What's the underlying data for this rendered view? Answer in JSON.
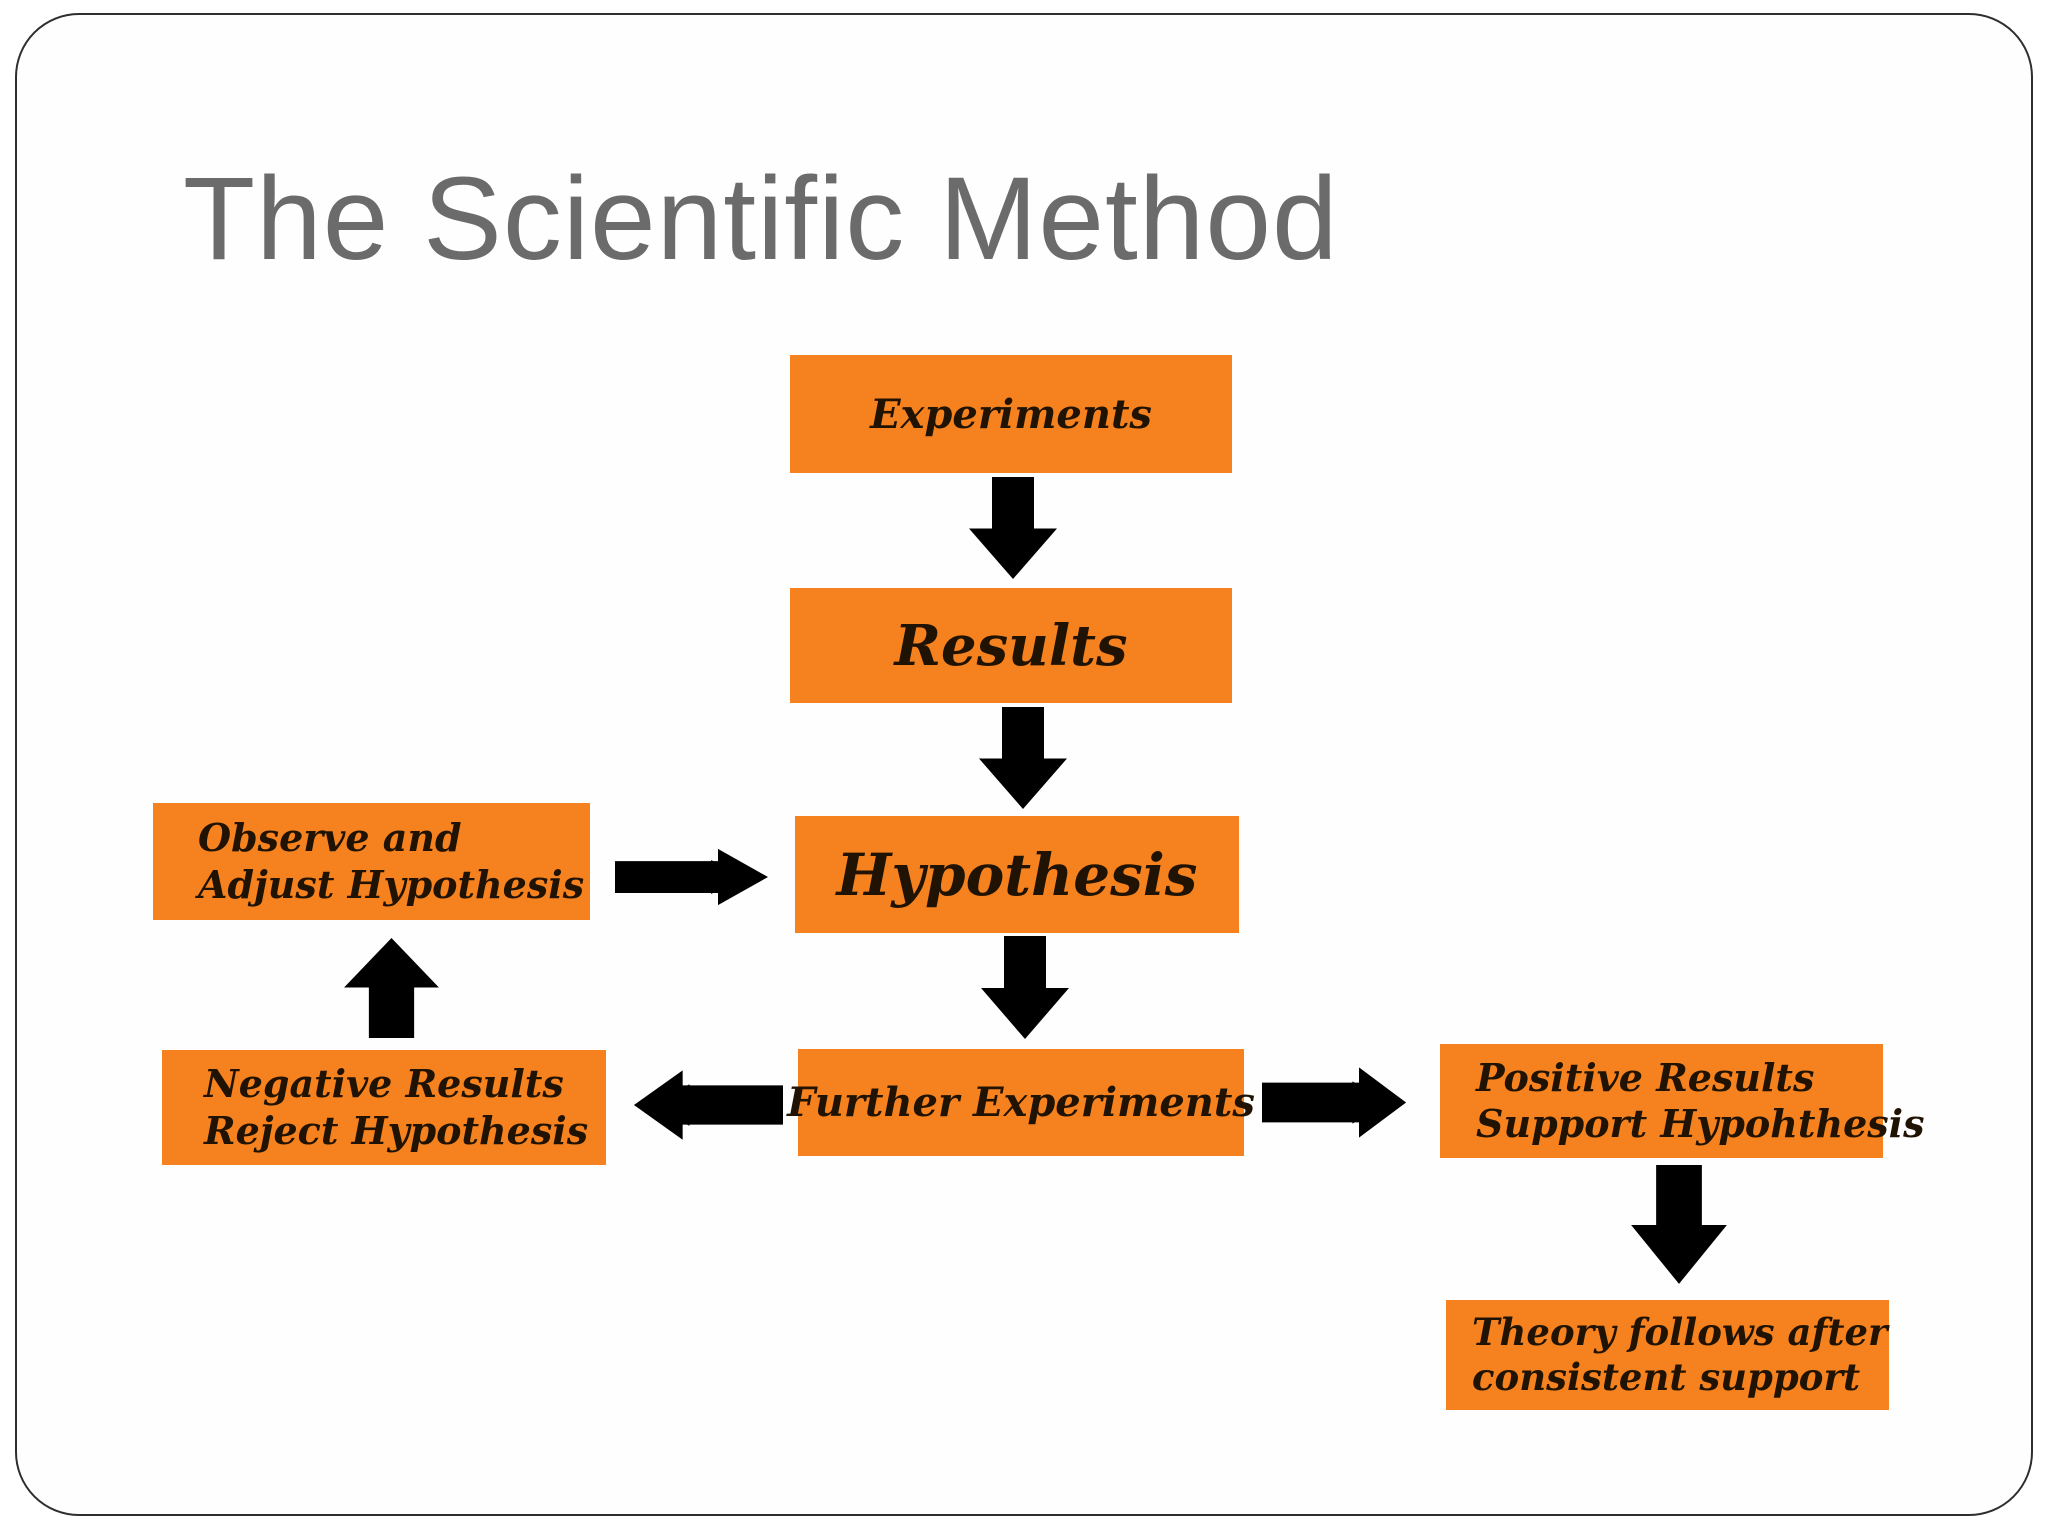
{
  "slide": {
    "title": "The Scientific Method"
  },
  "colors": {
    "box_orange": "#f6821f",
    "arrow_black": "#0e0e0e",
    "title_gray": "#6b6b6b",
    "box_text": "#201303"
  },
  "nodes": {
    "experiments": {
      "label": "Experiments"
    },
    "results": {
      "label": "Results"
    },
    "hypothesis": {
      "label": "Hypothesis"
    },
    "further_experiments": {
      "label": "Further Experiments"
    },
    "observe_adjust": {
      "line1": "Observe and",
      "line2": "Adjust Hypothesis"
    },
    "negative_results": {
      "line1": "Negative Results",
      "line2": "Reject Hypothesis"
    },
    "positive_results": {
      "line1": "Positive Results",
      "line2": "Support Hypohthesis"
    },
    "theory": {
      "line1": "Theory follows after",
      "line2": "consistent support"
    }
  },
  "arrows": [
    {
      "name": "experiments-to-results",
      "direction": "down"
    },
    {
      "name": "results-to-hypothesis",
      "direction": "down"
    },
    {
      "name": "hypothesis-to-further-experiments",
      "direction": "down"
    },
    {
      "name": "positive-results-to-theory",
      "direction": "down"
    },
    {
      "name": "negative-results-to-observe-adjust",
      "direction": "up"
    },
    {
      "name": "observe-adjust-to-hypothesis",
      "direction": "right"
    },
    {
      "name": "further-experiments-to-negative-results",
      "direction": "left"
    },
    {
      "name": "further-experiments-to-positive-results",
      "direction": "right"
    }
  ]
}
